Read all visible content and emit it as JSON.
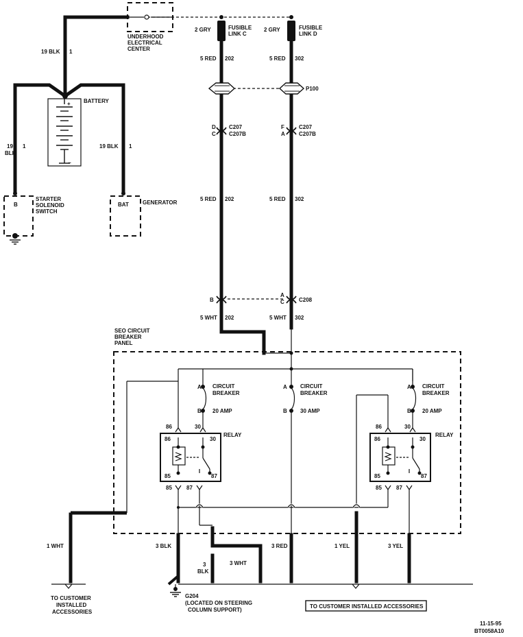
{
  "components": {
    "underhood": [
      "UNDERHOOD",
      "ELECTRICAL",
      "CENTER"
    ],
    "battery": "BATTERY",
    "starter": [
      "STARTER",
      "SOLENOID",
      "SWITCH"
    ],
    "starter_pin": "B",
    "generator": "GENERATOR",
    "generator_pin": "BAT",
    "fusible_c": [
      "FUSIBLE",
      "LINK C"
    ],
    "fusible_d": [
      "FUSIBLE",
      "LINK D"
    ],
    "p100": "P100",
    "c207": "C207",
    "c207b": "C207B",
    "c208": "C208",
    "seo_panel": [
      "SEO CIRCUIT",
      "BREAKER",
      "PANEL"
    ],
    "cb_name": [
      "CIRCUIT",
      "BREAKER"
    ],
    "relay": "RELAY",
    "g204": "G204",
    "g204_note": [
      "(LOCATED ON STEERING",
      "COLUMN SUPPORT)"
    ],
    "to_customer_left": [
      "TO CUSTOMER",
      "INSTALLED",
      "ACCESSORIES"
    ],
    "to_customer_right": "TO CUSTOMER INSTALLED ACCESSORIES",
    "plus": "+",
    "minus": "−"
  },
  "wires": {
    "bat_top_gauge": "19 BLK",
    "bat_top_circuit": "1",
    "starter_gauge": [
      "19",
      "BLK"
    ],
    "starter_circuit": "1",
    "gen_gauge": "19 BLK",
    "gen_circuit": "1",
    "gry": "2 GRY",
    "red5": "5 RED",
    "wht5": "5 WHT",
    "c202": "202",
    "c302": "302",
    "out_1wht": "1 WHT",
    "out_3blk": "3 BLK",
    "out_3blk_v": [
      "3",
      "BLK"
    ],
    "out_3wht": "3 WHT",
    "out_3red": "3 RED",
    "out_1yel": "1 YEL",
    "out_3yel": "3 YEL"
  },
  "pins": {
    "c207_left": [
      "D",
      "C"
    ],
    "c207_right": [
      "F",
      "A"
    ],
    "c208_left": "B",
    "c208_right": [
      "A",
      "C"
    ],
    "a": "A",
    "b": "B",
    "r85": "85",
    "r86": "86",
    "r87": "87",
    "r30": "30"
  },
  "ratings": {
    "left": "20 AMP",
    "center": "30 AMP",
    "right": "20 AMP"
  },
  "footer": {
    "date": "11-15-95",
    "code": "BT0058A10"
  }
}
